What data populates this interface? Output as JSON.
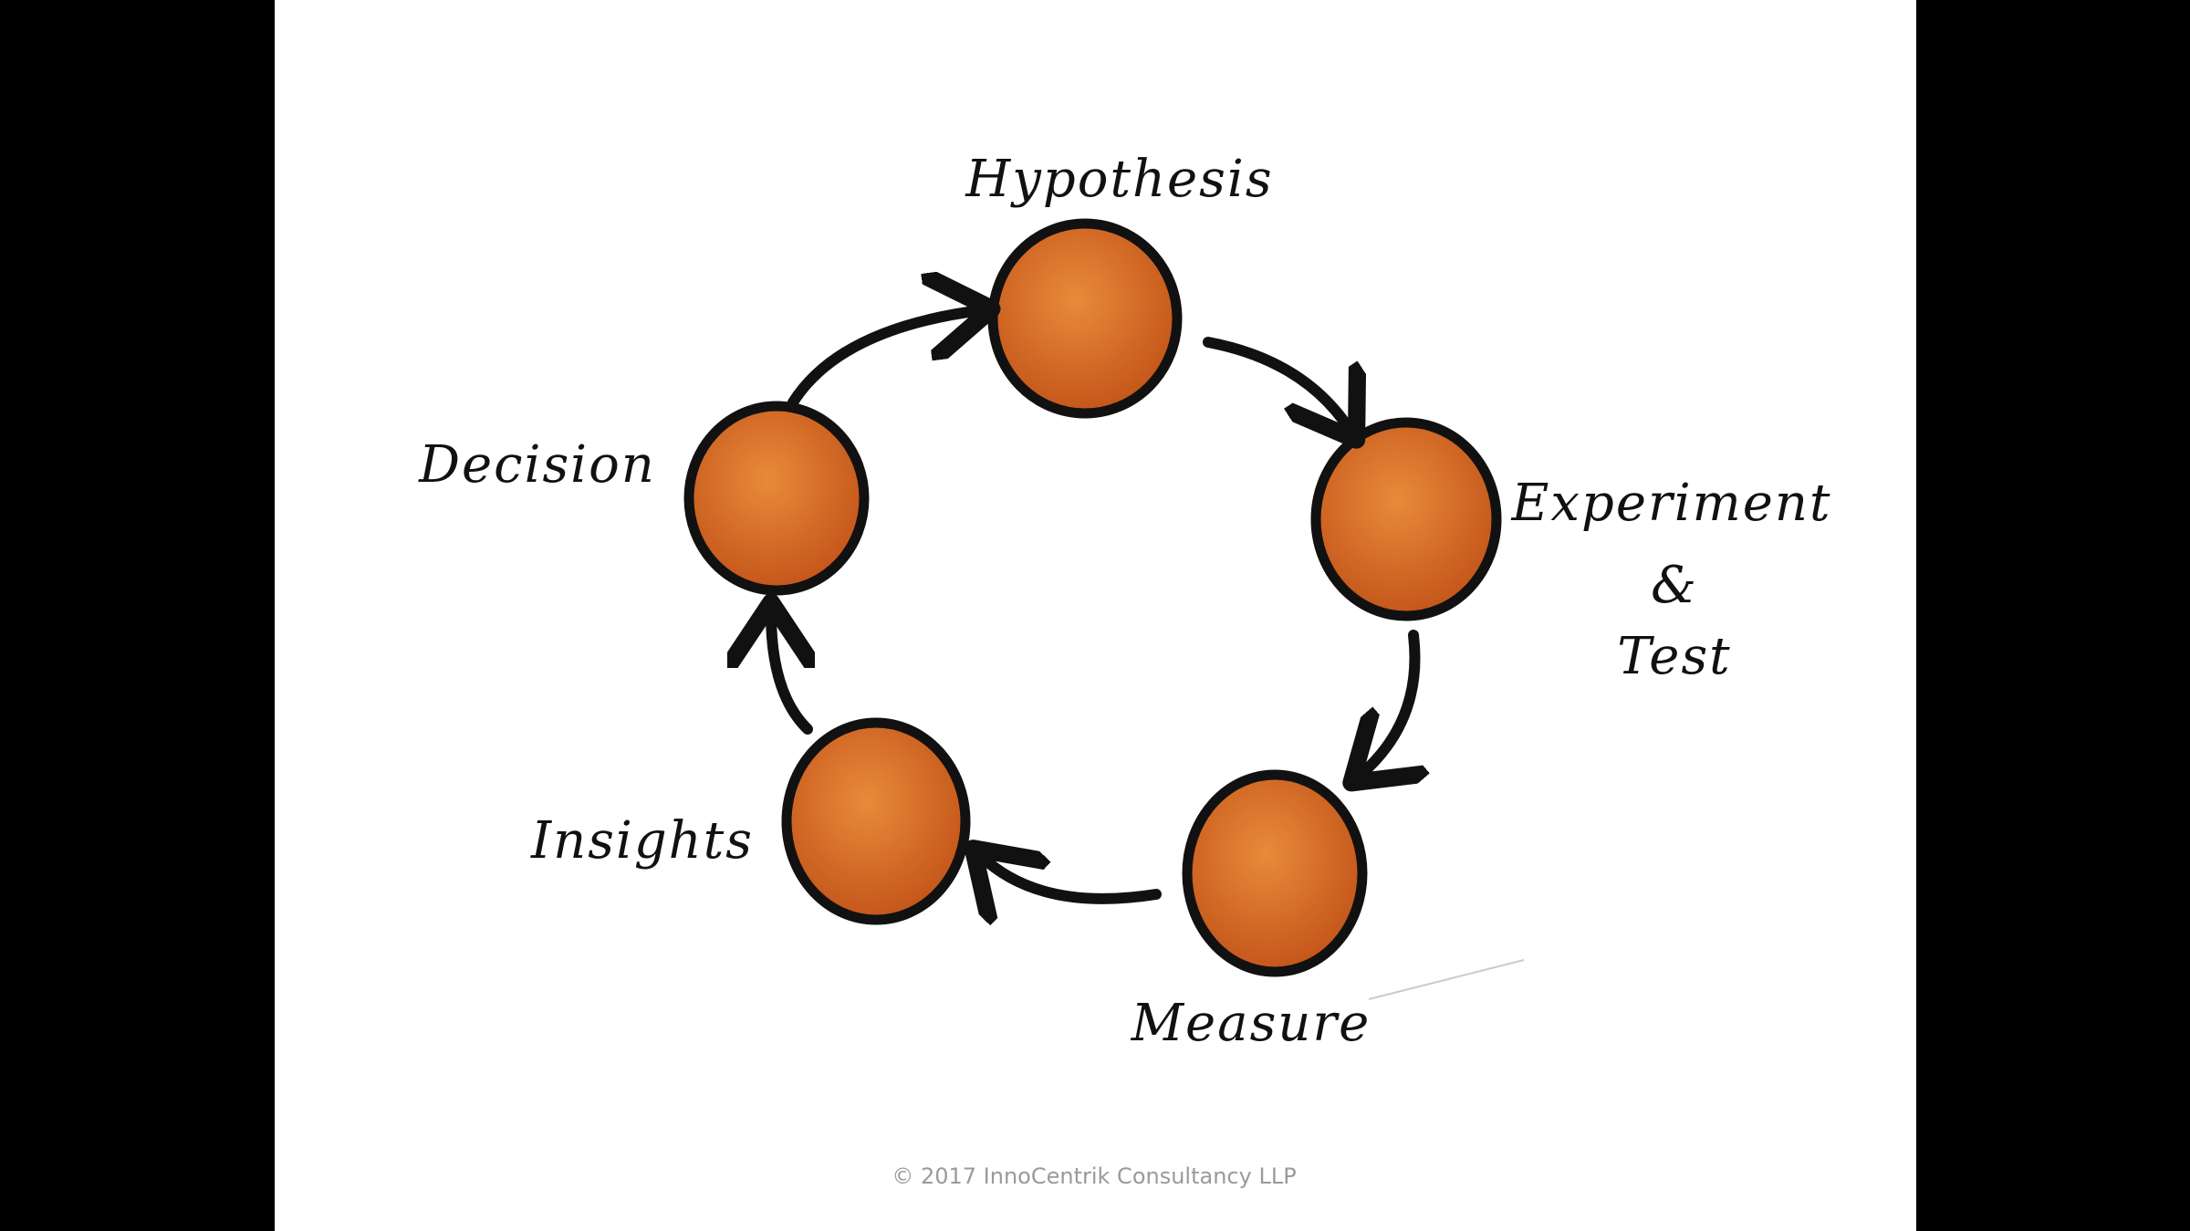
{
  "nodes": [
    {
      "label": "Hypothesis"
    },
    {
      "label": "Experiment",
      "label2": "&",
      "label3": "Test"
    },
    {
      "label": "Measure"
    },
    {
      "label": "Insights"
    },
    {
      "label": "Decision"
    }
  ],
  "footer": "© 2017 InnoCentrik Consultancy LLP",
  "colors": {
    "node_fill": "#d4661c",
    "node_stroke": "#111111",
    "background": "#ffffff",
    "frame": "#000000"
  }
}
